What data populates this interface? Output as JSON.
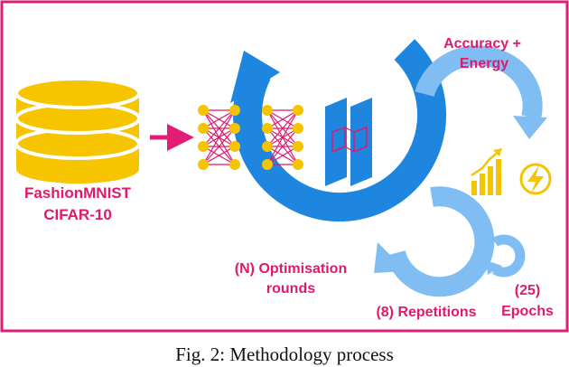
{
  "datasets": {
    "line1": "FashionMNIST",
    "line2": "CIFAR-10"
  },
  "metrics": {
    "line1": "Accuracy +",
    "line2": "Energy"
  },
  "optimisation": {
    "line1": "(N) Optimisation",
    "line2": "rounds"
  },
  "repetitions": "(8) Repetitions",
  "epochs": {
    "line1": "(25)",
    "line2": "Epochs"
  },
  "caption": "Fig. 2: Methodology process",
  "colors": {
    "frame": "#e11d74",
    "database": "#f7c400",
    "neuron": "#f5c400",
    "dark_blue": "#1f86e0",
    "light_blue": "#7fbdf3",
    "text": "#e0196d"
  },
  "icons": [
    "database-icon",
    "arrow-right-icon",
    "neural-network-icon",
    "convolution-filter-icon",
    "bar-chart-icon",
    "lightning-icon"
  ]
}
